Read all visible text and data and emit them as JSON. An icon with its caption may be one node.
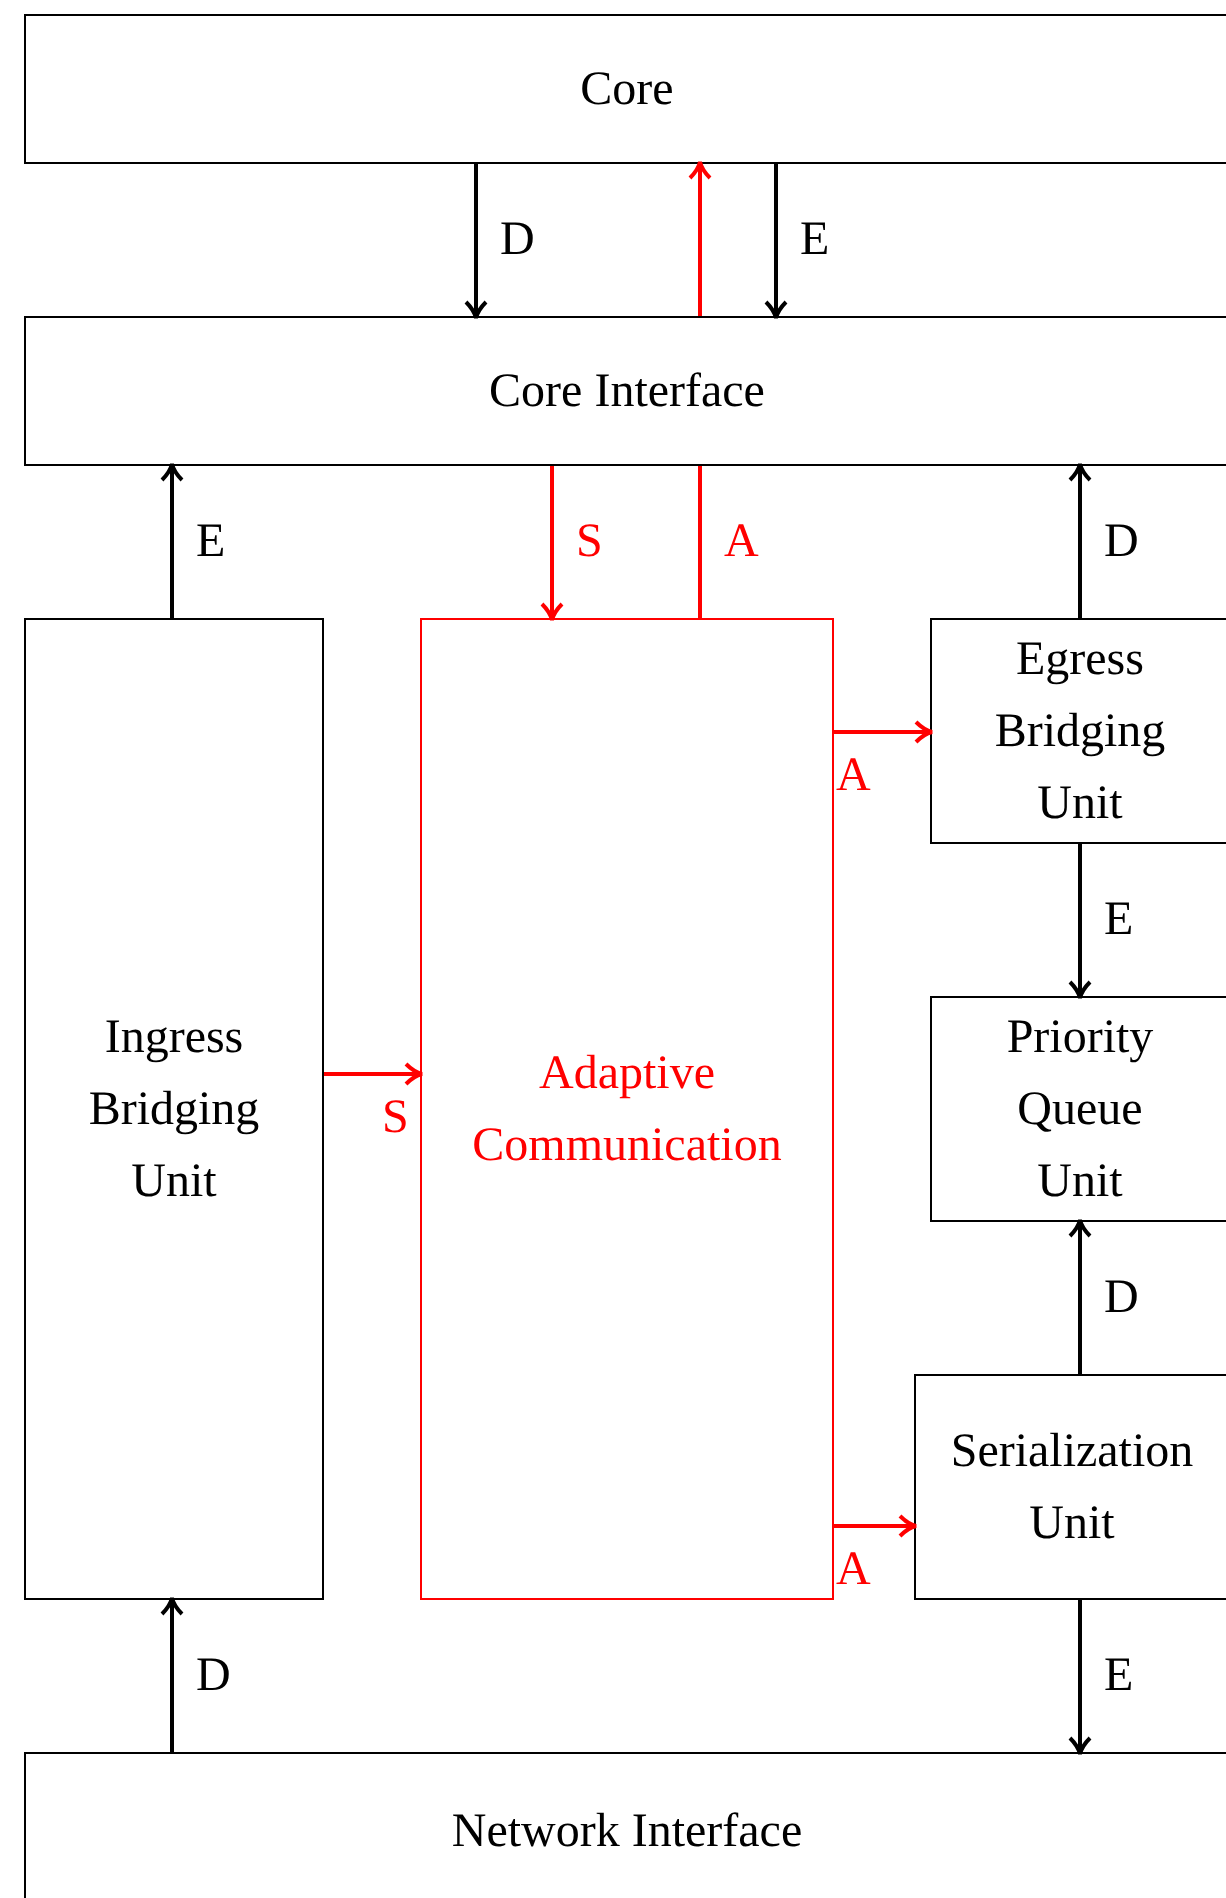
{
  "diagram": {
    "nodes": [
      {
        "text": [
          "Core"
        ]
      },
      {
        "text": [
          "Core Interface"
        ]
      },
      {
        "text": [
          "Ingress Bridging Unit"
        ]
      },
      {
        "text": [
          "Adaptive Communication"
        ]
      },
      {
        "text": [
          "Egress Bridging Unit"
        ]
      },
      {
        "text": [
          "Priority Queue Unit"
        ]
      },
      {
        "text": [
          "Serialization Unit"
        ]
      },
      {
        "text": [
          "Network Interface"
        ]
      }
    ],
    "edges": [
      {
        "from": 0,
        "to": 1,
        "arrow": "to",
        "label": "D"
      },
      {
        "from": 1,
        "to": 0,
        "arrow": "to",
        "color": "#ff0000"
      },
      {
        "from": 0,
        "to": 1,
        "arrow": "to",
        "label": "E"
      },
      {
        "from": 2,
        "to": 1,
        "arrow": "to",
        "label": "E"
      },
      {
        "from": 1,
        "to": 3,
        "arrow": "to",
        "label": "S",
        "color": "#ff0000"
      },
      {
        "from": 3,
        "to": 1,
        "arrow": "none",
        "label": "A",
        "color": "#ff0000"
      },
      {
        "from": 4,
        "to": 1,
        "arrow": "to",
        "label": "D"
      },
      {
        "from": 3,
        "to": 4,
        "arrow": "to",
        "label": "A",
        "color": "#ff0000"
      },
      {
        "from": 4,
        "to": 5,
        "arrow": "to",
        "label": "E"
      },
      {
        "from": 2,
        "to": 3,
        "arrow": "to",
        "label": "S",
        "color": "#ff0000"
      },
      {
        "from": 6,
        "to": 5,
        "arrow": "to",
        "label": "D"
      },
      {
        "from": 3,
        "to": 6,
        "arrow": "to",
        "label": "A",
        "color": "#ff0000"
      },
      {
        "from": 7,
        "to": 2,
        "arrow": "to",
        "label": "D"
      },
      {
        "from": 6,
        "to": 7,
        "arrow": "to",
        "label": "E"
      }
    ]
  }
}
